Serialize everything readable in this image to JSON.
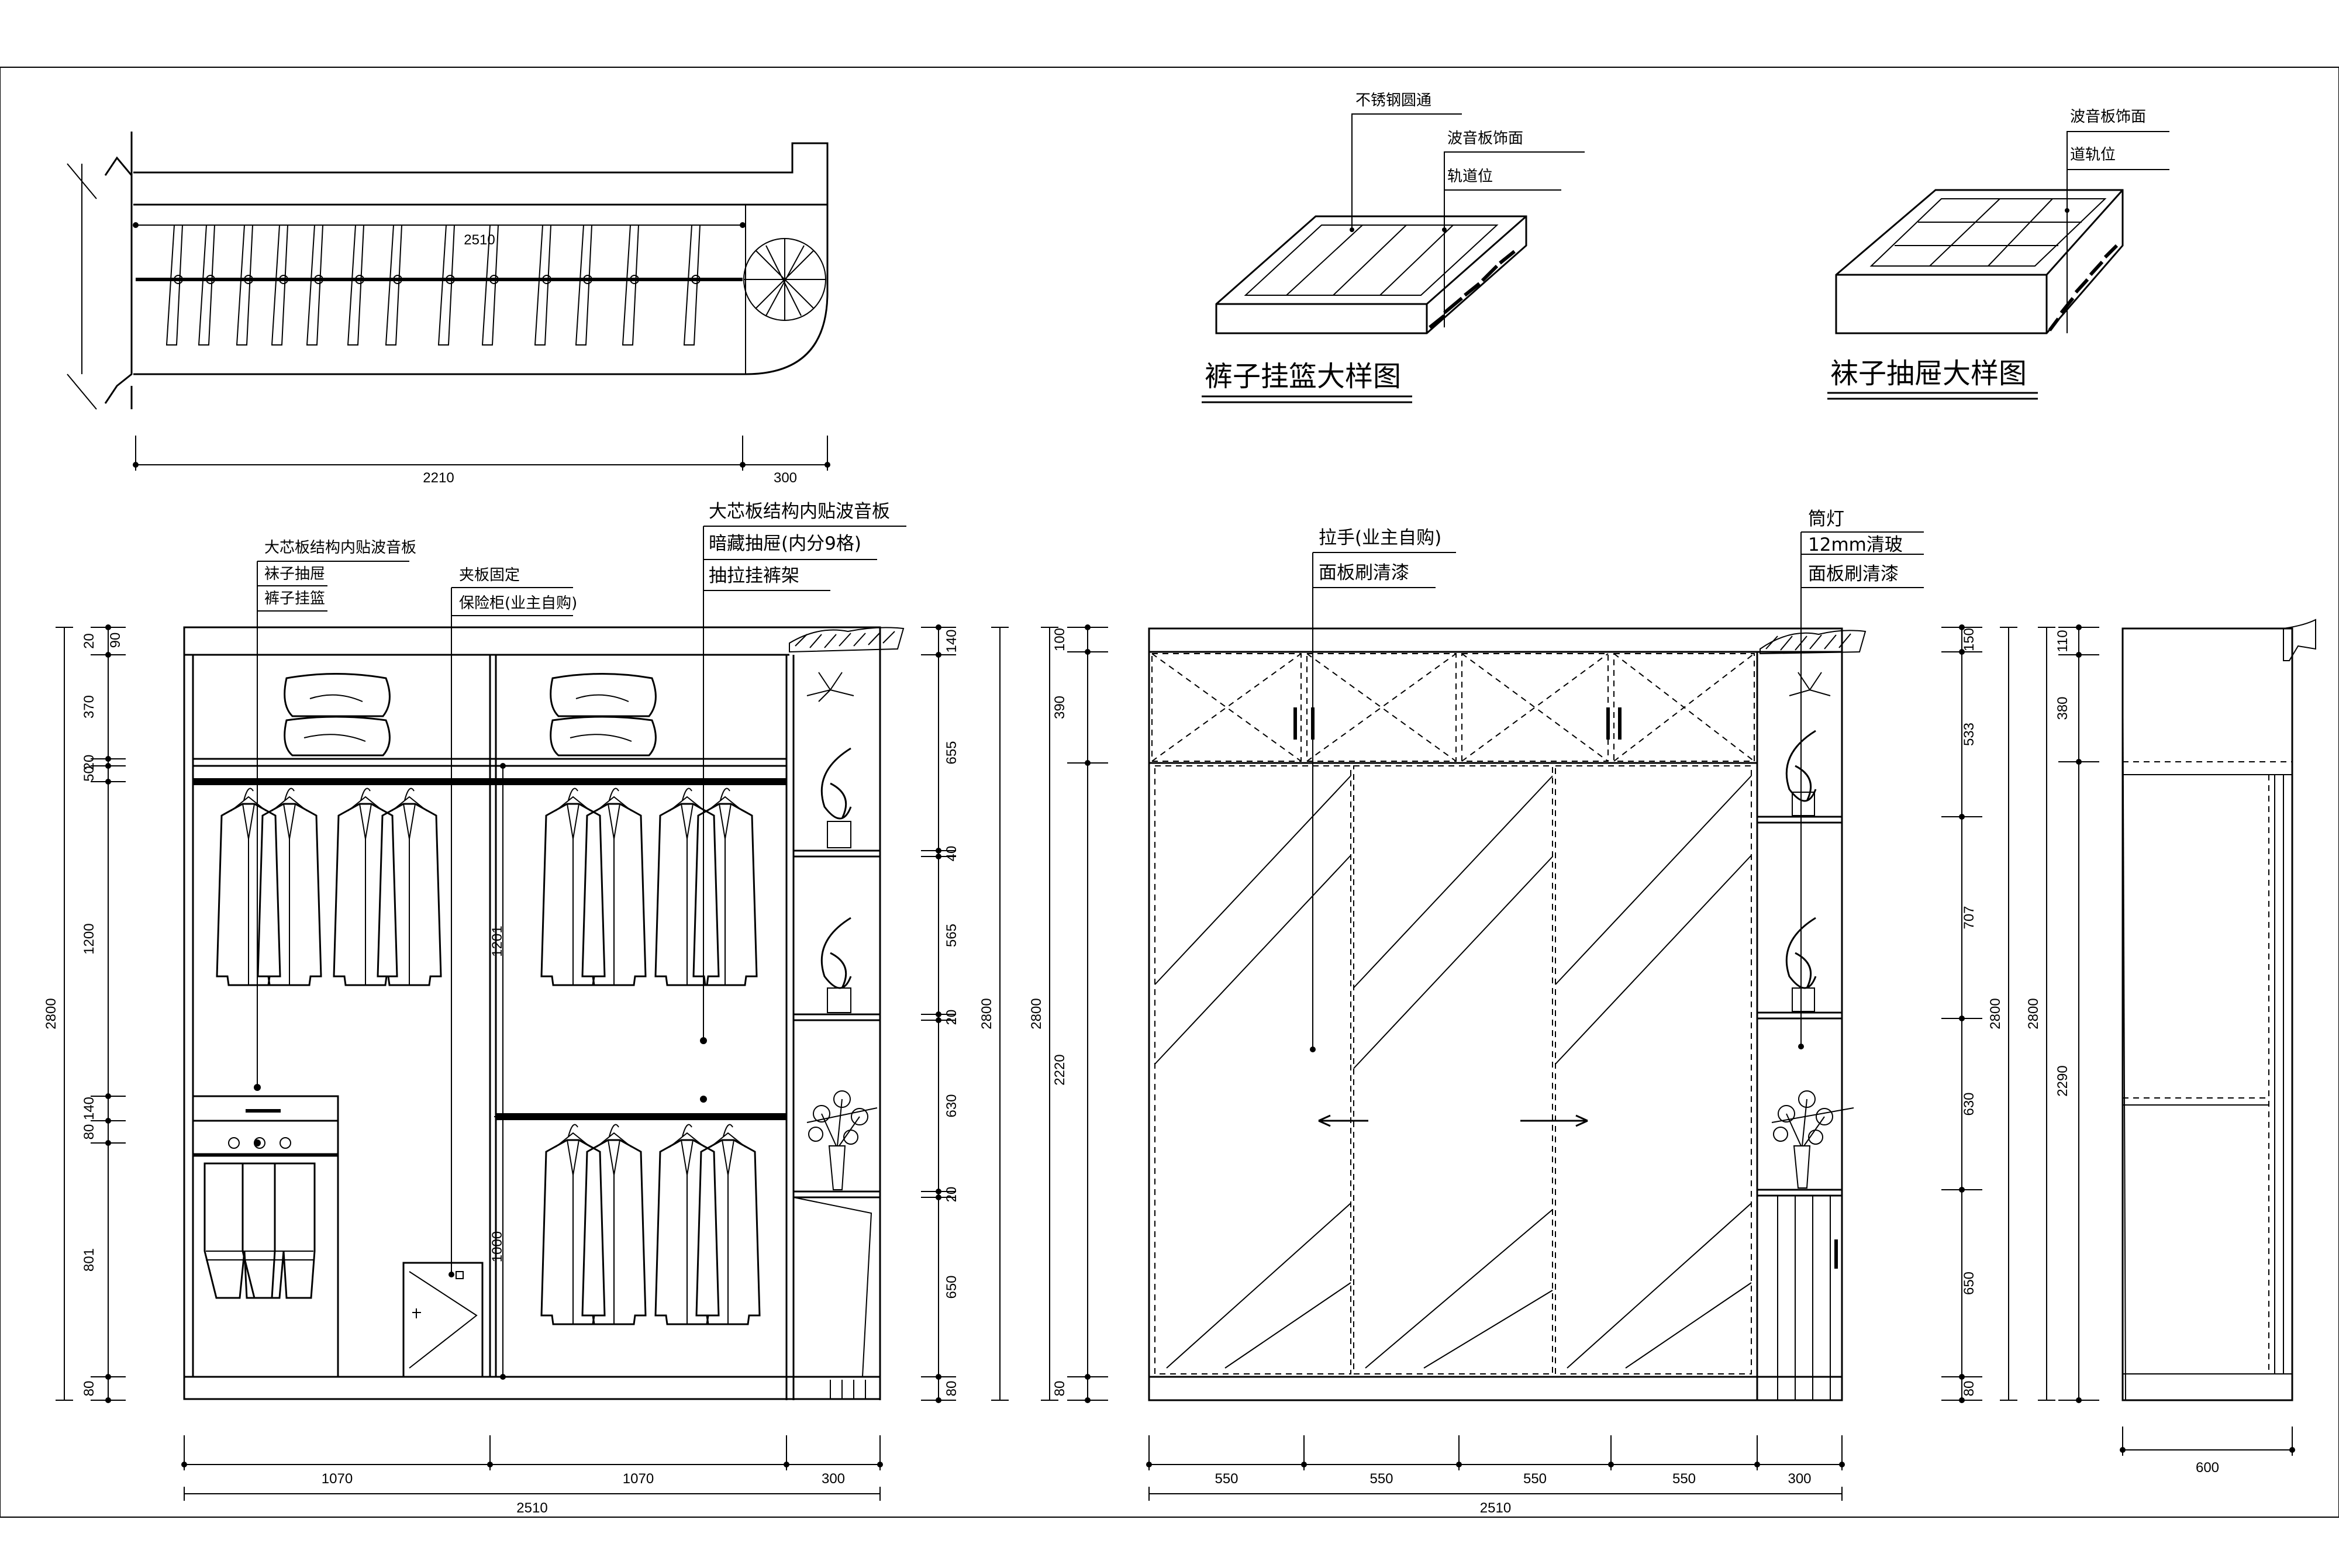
{
  "plan": {
    "top_dim": "2510",
    "bottom_dims": [
      "2210",
      "300"
    ]
  },
  "details": {
    "pants_basket": {
      "title": "裤子挂篮大样图",
      "labels": [
        "不锈钢圆通",
        "波音板饰面",
        "轨道位"
      ]
    },
    "sock_drawer": {
      "title": "袜子抽屉大样图",
      "labels": [
        "波音板饰面",
        "道轨位"
      ]
    }
  },
  "interior_elevation": {
    "labels_left": [
      "大芯板结构内贴波音板",
      "袜子抽屉",
      "裤子挂篮"
    ],
    "labels_mid": [
      "夹板固定",
      "保险柜(业主自购)"
    ],
    "labels_top": [
      "大芯板结构内贴波音板",
      "暗藏抽屉(内分9格)",
      "抽拉挂裤架"
    ],
    "left_dims": [
      "20",
      "90",
      "370",
      "20",
      "50",
      "1200",
      "140",
      "80",
      "801",
      "80"
    ],
    "left_total": "2800",
    "mid_dims": [
      "1201",
      "1000"
    ],
    "right_dims": [
      "140",
      "655",
      "40",
      "565",
      "20",
      "630",
      "20",
      "650",
      "80"
    ],
    "right_total": "2800",
    "bottom_dims": [
      "1070",
      "1070",
      "300"
    ],
    "bottom_total": "2510"
  },
  "front_elevation": {
    "labels_left": [
      "拉手(业主自购)",
      "面板刷清漆"
    ],
    "labels_right": [
      "筒灯",
      "12mm清玻",
      "面板刷清漆"
    ],
    "left_dims": [
      "100",
      "390",
      "2220",
      "80"
    ],
    "left_total": "2800",
    "right_dims": [
      "150",
      "533",
      "707",
      "630",
      "650",
      "80"
    ],
    "right_total": "2800",
    "bottom_dims": [
      "550",
      "550",
      "550",
      "550",
      "300"
    ],
    "bottom_total": "2510"
  },
  "side_elevation": {
    "left_dims": [
      "110",
      "380",
      "2290"
    ],
    "left_total": "2800",
    "bottom_dim": "600"
  }
}
